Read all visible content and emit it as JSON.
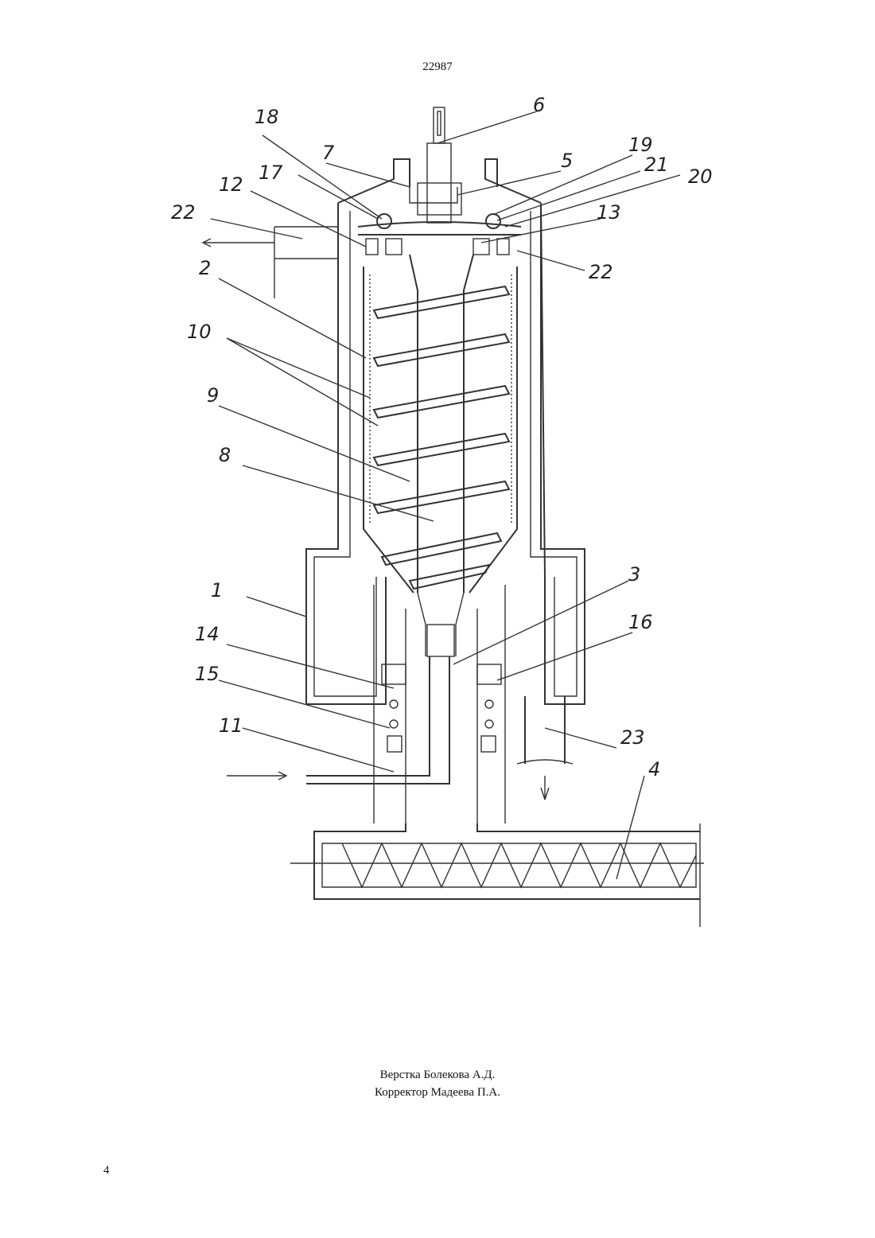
{
  "header": {
    "patent_number": "22987"
  },
  "figure": {
    "labels": [
      "1",
      "2",
      "3",
      "4",
      "5",
      "6",
      "7",
      "8",
      "9",
      "10",
      "11",
      "12",
      "13",
      "14",
      "15",
      "16",
      "17",
      "18",
      "19",
      "20",
      "21",
      "22",
      "22",
      "23"
    ]
  },
  "footer": {
    "layout_credit": "Верстка Болекова А.Д.",
    "proofreader_credit": "Корректор Мадеева П.А.",
    "page_number": "4"
  }
}
